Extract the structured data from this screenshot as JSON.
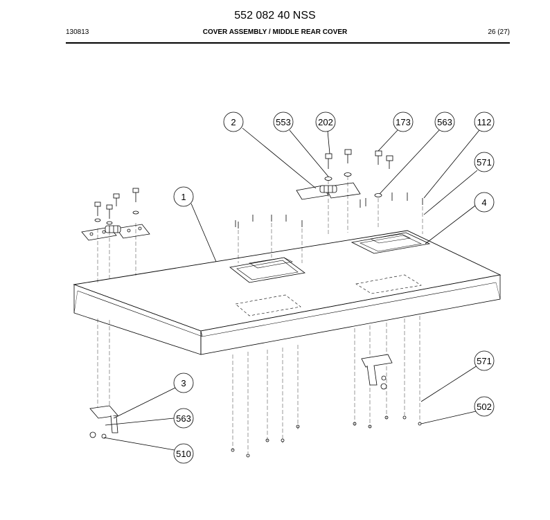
{
  "header": {
    "doc_number": "552 082 40 NSS",
    "date_code": "130813",
    "title": "COVER ASSEMBLY / MIDDLE REAR COVER",
    "page": "26 (27)"
  },
  "callouts": [
    {
      "id": "c2",
      "label": "2"
    },
    {
      "id": "c553",
      "label": "553"
    },
    {
      "id": "c202",
      "label": "202"
    },
    {
      "id": "c173",
      "label": "173"
    },
    {
      "id": "c563a",
      "label": "563"
    },
    {
      "id": "c112",
      "label": "112"
    },
    {
      "id": "c571a",
      "label": "571"
    },
    {
      "id": "c1",
      "label": "1"
    },
    {
      "id": "c4",
      "label": "4"
    },
    {
      "id": "c571b",
      "label": "571"
    },
    {
      "id": "c3",
      "label": "3"
    },
    {
      "id": "c563b",
      "label": "563"
    },
    {
      "id": "c502",
      "label": "502"
    },
    {
      "id": "c510",
      "label": "510"
    }
  ]
}
